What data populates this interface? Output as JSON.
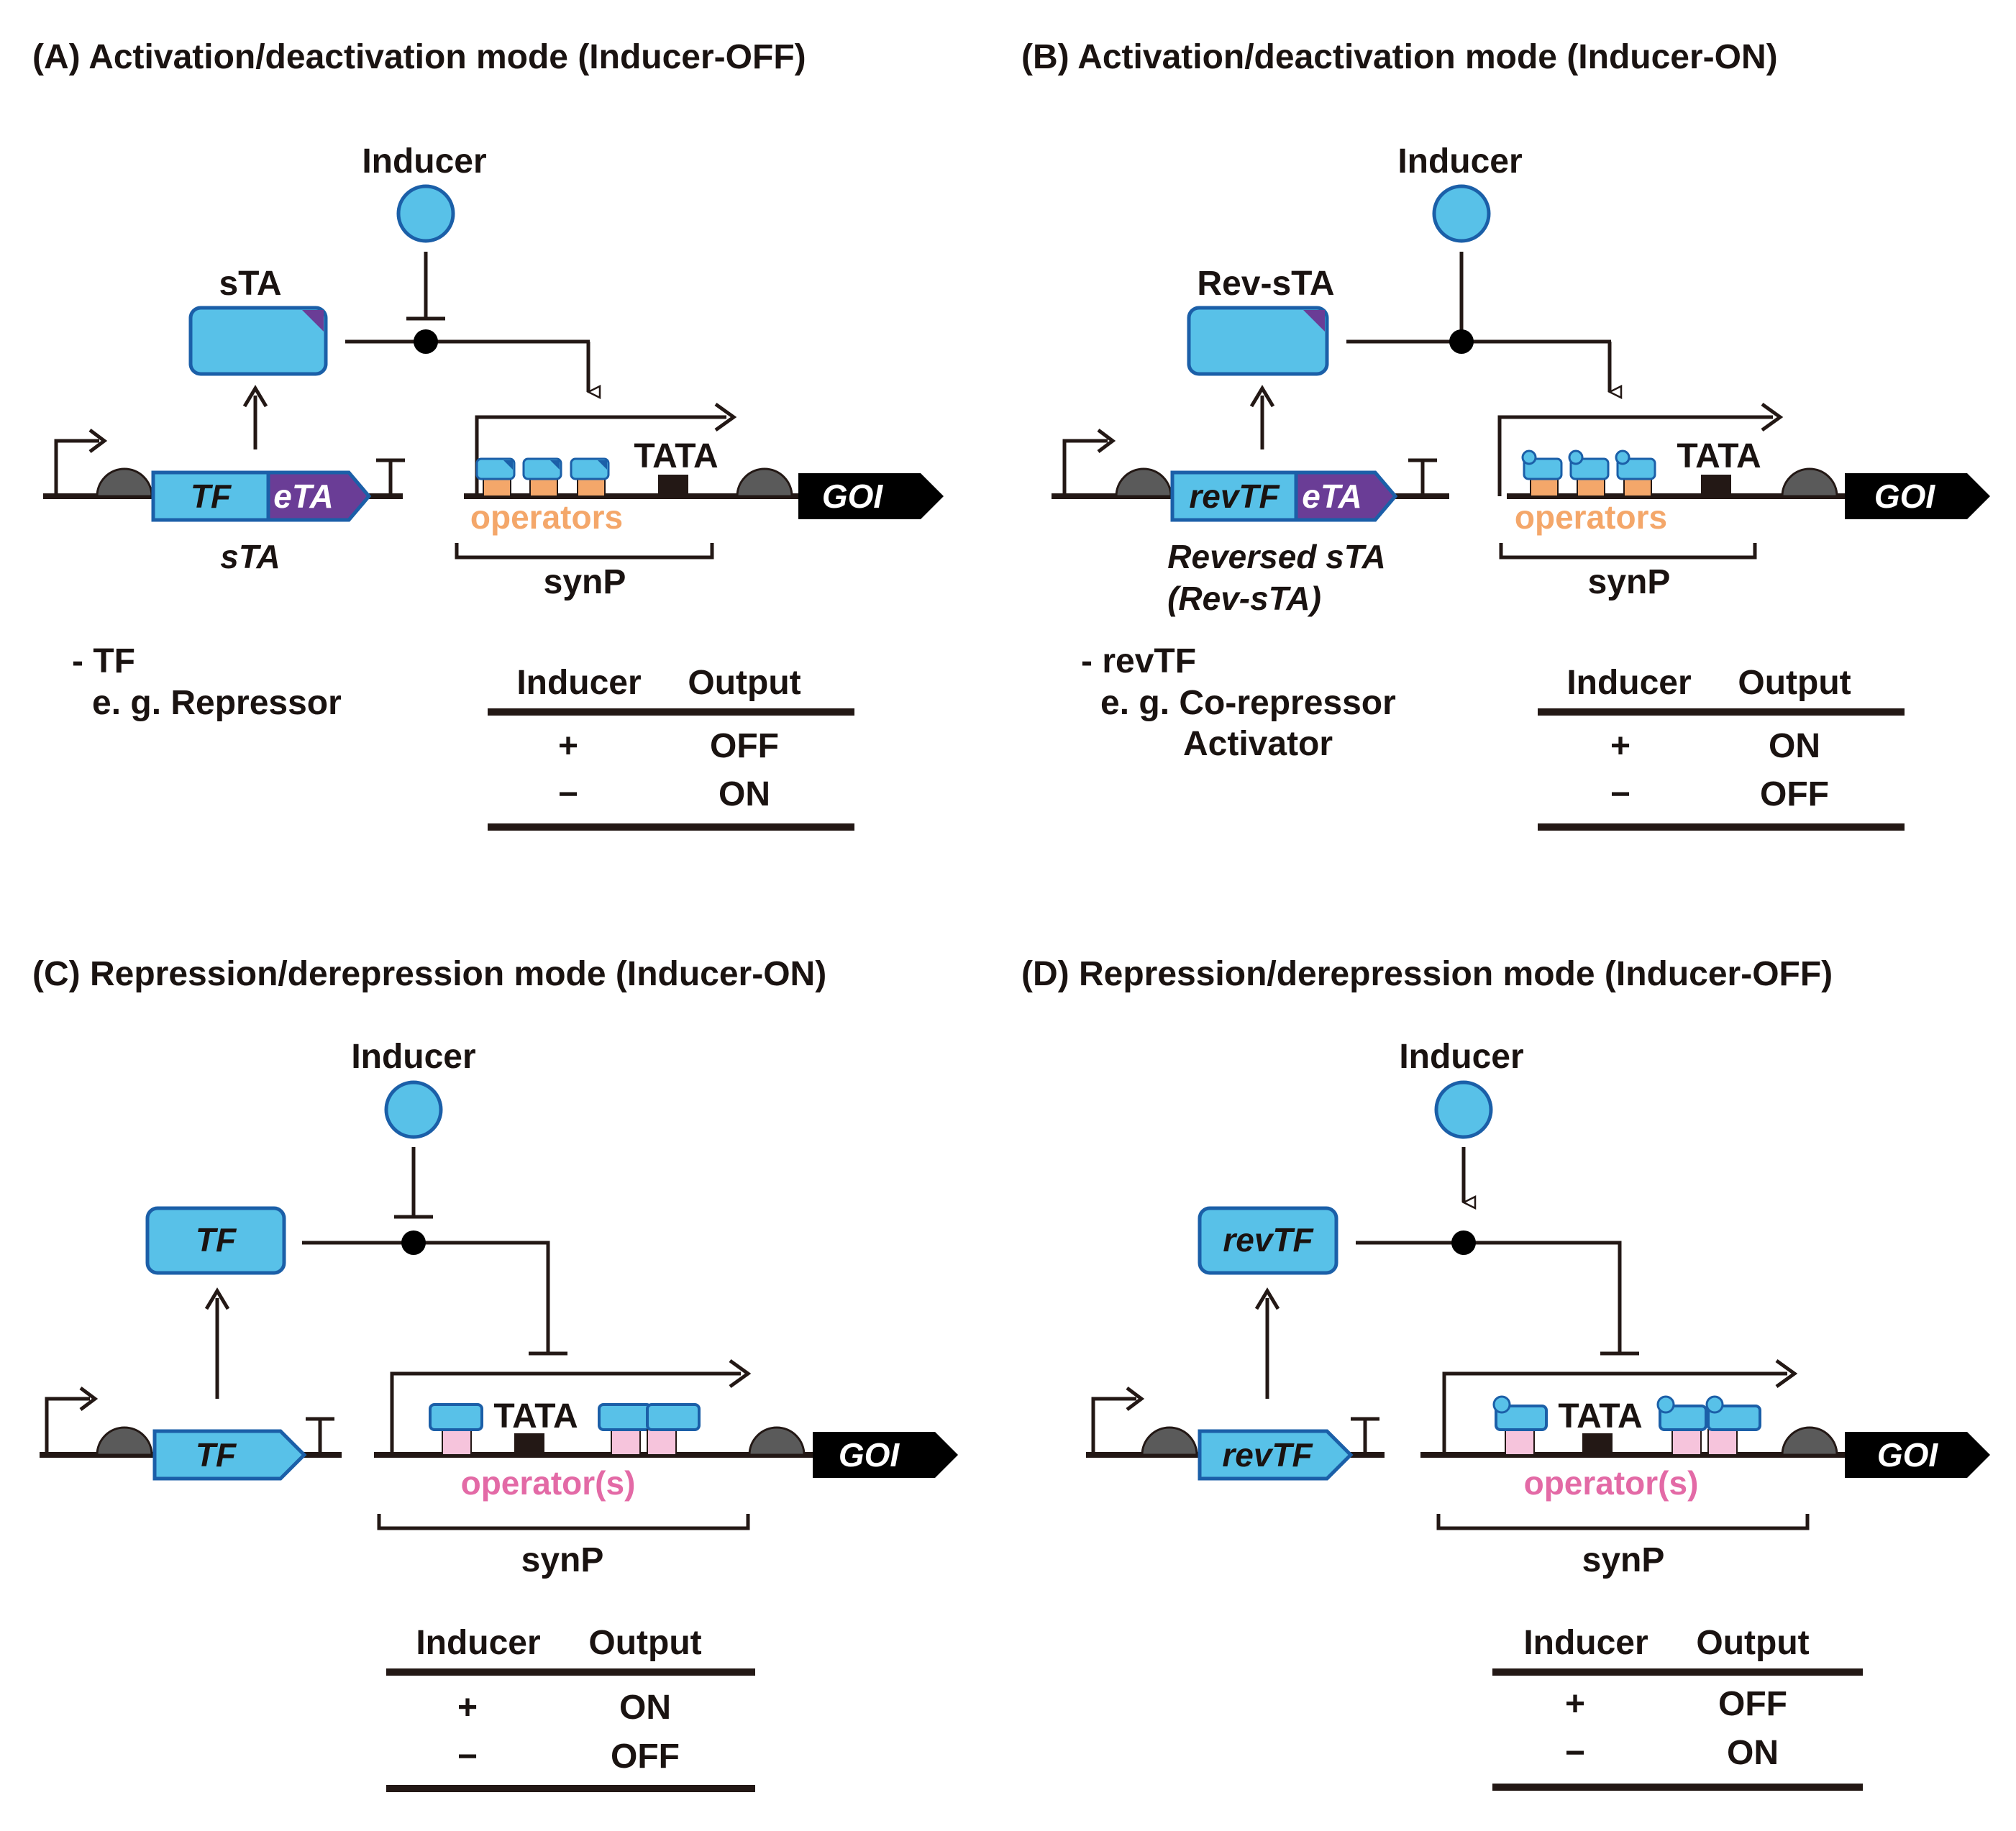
{
  "colors": {
    "line": "#231815",
    "tf_blue": "#58c1e8",
    "tf_border": "#1b5fa8",
    "eta_purple": "#6a3d96",
    "operator_orange": "#f4a76a",
    "operator_pink": "#f6c4dc",
    "operator_text_pink": "#e36aa6",
    "terminator_gray": "#5a5a5a",
    "goi_black": "#000000"
  },
  "panels": [
    {
      "id": "A",
      "title": "(A) Activation/deactivation mode (Inducer-OFF)",
      "inducer_label": "Inducer",
      "protein_label": "sTA",
      "gene_part1": "TF",
      "gene_part2": "eTA",
      "gene_caption_1": "sTA",
      "gene_caption_2": "",
      "operators_label": "operators",
      "tata_label": "TATA",
      "goi_label": "GOI",
      "synp_label": "synP",
      "note_line1": "- TF",
      "note_line2": "e. g. Repressor",
      "note_line3": "",
      "table_header": [
        "Inducer",
        "Output"
      ],
      "table_rows": [
        [
          "+",
          "OFF"
        ],
        [
          "−",
          "ON"
        ]
      ]
    },
    {
      "id": "B",
      "title": "(B) Activation/deactivation mode (Inducer-ON)",
      "inducer_label": "Inducer",
      "protein_label": "Rev-sTA",
      "gene_part1": "revTF",
      "gene_part2": "eTA",
      "gene_caption_1": "Reversed sTA",
      "gene_caption_2": "(Rev-sTA)",
      "operators_label": "operators",
      "tata_label": "TATA",
      "goi_label": "GOI",
      "synp_label": "synP",
      "note_line1": "- revTF",
      "note_line2": "e. g. Co-repressor",
      "note_line3": "Activator",
      "table_header": [
        "Inducer",
        "Output"
      ],
      "table_rows": [
        [
          "+",
          "ON"
        ],
        [
          "−",
          "OFF"
        ]
      ]
    },
    {
      "id": "C",
      "title": "(C) Repression/derepression mode (Inducer-ON)",
      "inducer_label": "Inducer",
      "protein_label": "TF",
      "gene_label": "TF",
      "operators_label": "operator(s)",
      "tata_label": "TATA",
      "goi_label": "GOI",
      "synp_label": "synP",
      "table_header": [
        "Inducer",
        "Output"
      ],
      "table_rows": [
        [
          "+",
          "ON"
        ],
        [
          "−",
          "OFF"
        ]
      ]
    },
    {
      "id": "D",
      "title": "(D) Repression/derepression mode (Inducer-OFF)",
      "inducer_label": "Inducer",
      "protein_label": "revTF",
      "gene_label": "revTF",
      "operators_label": "operator(s)",
      "tata_label": "TATA",
      "goi_label": "GOI",
      "synp_label": "synP",
      "table_header": [
        "Inducer",
        "Output"
      ],
      "table_rows": [
        [
          "+",
          "OFF"
        ],
        [
          "−",
          "ON"
        ]
      ]
    }
  ]
}
